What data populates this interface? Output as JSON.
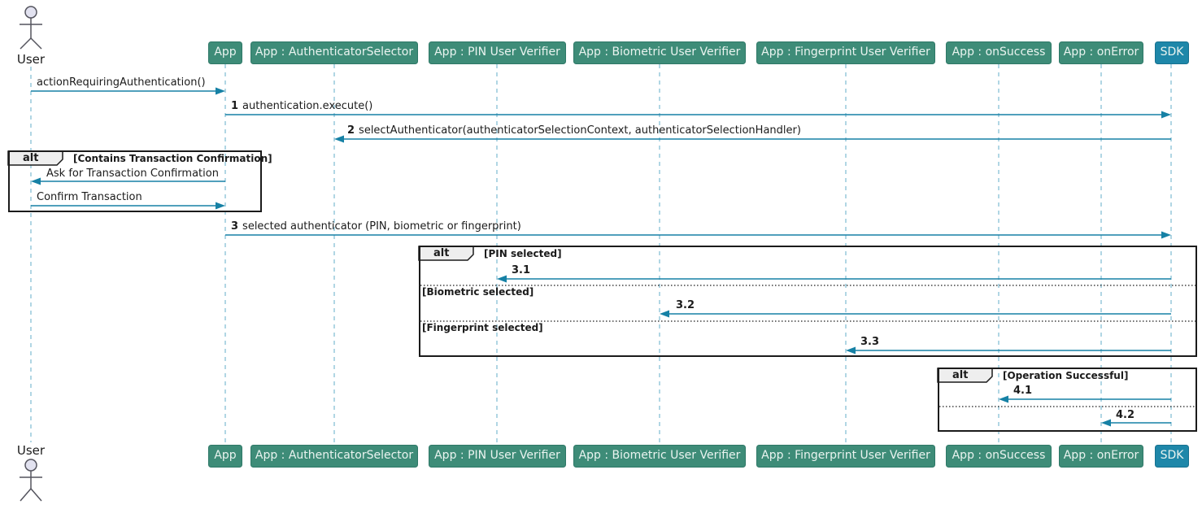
{
  "palette": {
    "participant_fill": "#3E8C78",
    "participant_border": "#2E7867",
    "participant_text": "#EAF4F0",
    "sdk_fill": "#1E87A9",
    "sdk_border": "#17718F",
    "arrow_color": "#1681A5",
    "lifeline_color": "#7DBAD2",
    "fragment_border": "#1B1B1B",
    "fragment_tab_fill": "#EEEEEE",
    "actor_head_fill": "#E2E2F0",
    "actor_stroke": "#54545E",
    "text_color": "#1B1B1B"
  },
  "actor": {
    "top_label": "User",
    "bottom_label": "User"
  },
  "participants": [
    {
      "label": "App",
      "kind": "app"
    },
    {
      "label": "App : AuthenticatorSelector",
      "kind": "app"
    },
    {
      "label": "App : PIN User Verifier",
      "kind": "app"
    },
    {
      "label": "App : Biometric User Verifier",
      "kind": "app"
    },
    {
      "label": "App : Fingerprint User Verifier",
      "kind": "app"
    },
    {
      "label": "App : onSuccess",
      "kind": "app"
    },
    {
      "label": "App : onError",
      "kind": "app"
    },
    {
      "label": "SDK",
      "kind": "sdk"
    }
  ],
  "messages": {
    "m0": {
      "label": "actionRequiringAuthentication()",
      "from": "User",
      "to": "App"
    },
    "m1": {
      "num": "1",
      "label": "authentication.execute()",
      "from": "App",
      "to": "SDK"
    },
    "m2": {
      "num": "2",
      "label": "selectAuthenticator(authenticatorSelectionContext, authenticatorSelectionHandler)",
      "from": "SDK",
      "to": "App : AuthenticatorSelector"
    },
    "m3": {
      "label": "Ask for Transaction Confirmation",
      "from": "App",
      "to": "User"
    },
    "m4": {
      "label": "Confirm Transaction",
      "from": "User",
      "to": "App"
    },
    "m5": {
      "num": "3",
      "label": "selected authenticator (PIN, biometric or fingerprint)",
      "from": "App",
      "to": "SDK"
    },
    "m6": {
      "num": "3.1",
      "label": "",
      "from": "SDK",
      "to": "App : PIN User Verifier"
    },
    "m7": {
      "num": "3.2",
      "label": "",
      "from": "SDK",
      "to": "App : Biometric User Verifier"
    },
    "m8": {
      "num": "3.3",
      "label": "",
      "from": "SDK",
      "to": "App : Fingerprint User Verifier"
    },
    "m9": {
      "num": "4.1",
      "label": "",
      "from": "SDK",
      "to": "App : onSuccess"
    },
    "m10": {
      "num": "4.2",
      "label": "",
      "from": "SDK",
      "to": "App : onError"
    }
  },
  "fragments": {
    "alt1": {
      "keyword": "alt",
      "condition": "[Contains Transaction Confirmation]"
    },
    "alt2": {
      "keyword": "alt",
      "condition": "[PIN selected]",
      "divider1": "[Biometric selected]",
      "divider2": "[Fingerprint selected]"
    },
    "alt3": {
      "keyword": "alt",
      "condition": "[Operation Successful]"
    }
  }
}
